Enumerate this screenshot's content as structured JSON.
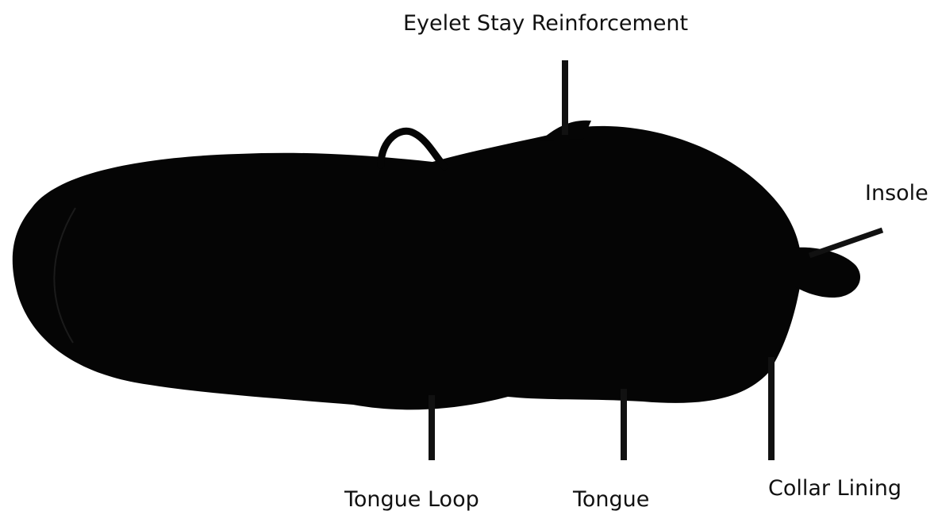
{
  "labels": {
    "eyelet_stay_reinforcement": "Eyelet Stay Reinforcement",
    "insole": "Insole",
    "tongue_loop": "Tongue Loop",
    "tongue": "Tongue",
    "collar_lining": "Collar Lining"
  },
  "colors": {
    "background": "#ffffff",
    "shoe": "#050505",
    "leader_line": "#111111",
    "text": "#111111"
  }
}
